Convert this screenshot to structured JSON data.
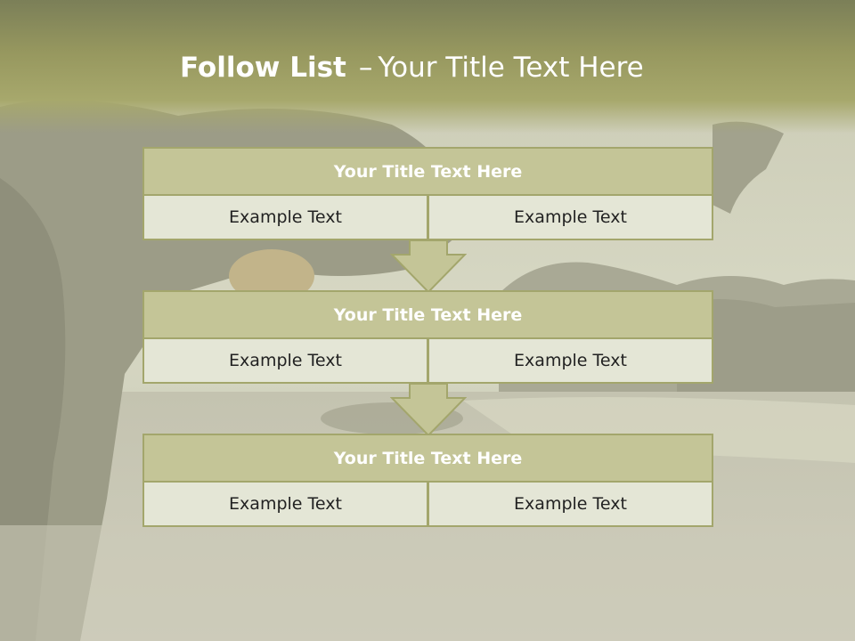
{
  "slide": {
    "title_bold": "Follow List",
    "title_dash": "–",
    "title_rest": "Your Title Text Here"
  },
  "blocks": [
    {
      "title": "Your Title Text Here",
      "left": "Example Text",
      "right": "Example Text"
    },
    {
      "title": "Your Title Text Here",
      "left": "Example Text",
      "right": "Example Text"
    },
    {
      "title": "Your Title Text Here",
      "left": "Example Text",
      "right": "Example Text"
    }
  ],
  "colors": {
    "header_band": "#97985f",
    "block_title_fill": "#c4c597",
    "block_border": "#a3a66c",
    "cell_fill": "#e4e6d6",
    "arrow_fill": "#c4c597"
  }
}
